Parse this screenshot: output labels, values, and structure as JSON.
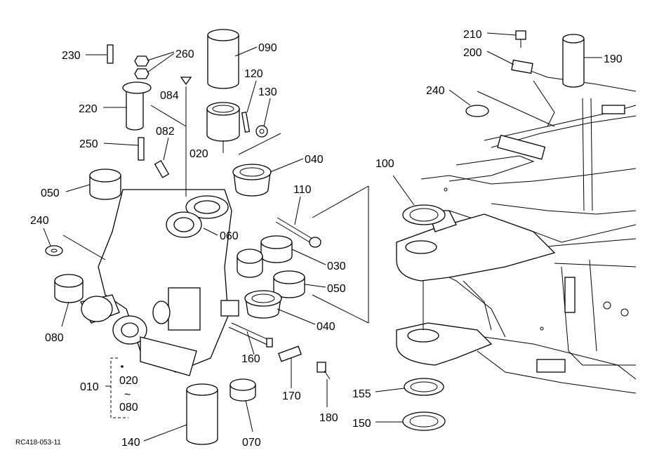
{
  "diagram_code": "RC418-053-11",
  "labels": [
    "230",
    "260",
    "090",
    "084",
    "120",
    "130",
    "220",
    "082",
    "250",
    "020",
    "040",
    "110",
    "050",
    "240",
    "060",
    "030",
    "050",
    "080",
    "040",
    "160",
    "010",
    "020",
    "~",
    "080",
    "170",
    "180",
    "140",
    "070",
    "100",
    "240",
    "210",
    "200",
    "190",
    "155",
    "150"
  ]
}
